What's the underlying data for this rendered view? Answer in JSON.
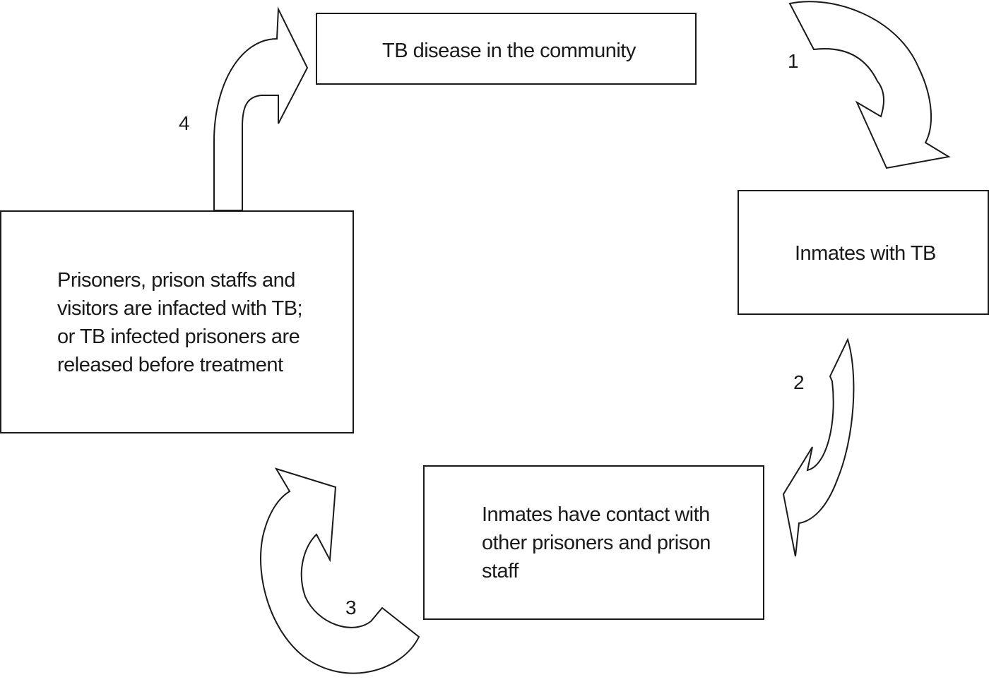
{
  "diagram": {
    "type": "cycle-flow",
    "boxes": {
      "community": {
        "text": "TB disease in the community"
      },
      "inmates_tb": {
        "text": "Inmates with TB"
      },
      "contact": {
        "text": "Inmates have contact with\nother prisoners and prison\nstaff"
      },
      "infected": {
        "text": "Prisoners, prison staffs and\nvisitors are infacted with TB;\nor TB infected prisoners are\nreleased before treatment"
      }
    },
    "steps": [
      {
        "label": "1",
        "from": "TB disease in the community",
        "to": "Inmates with TB"
      },
      {
        "label": "2",
        "from": "Inmates with TB",
        "to": "Inmates have contact with other prisoners and prison staff"
      },
      {
        "label": "3",
        "from": "Inmates have contact with other prisoners and prison staff",
        "to": "Prisoners, prison staffs and visitors are infacted with TB; or TB infected prisoners are released before treatment"
      },
      {
        "label": "4",
        "from": "Prisoners, prison staffs and visitors are infacted with TB; or TB infected prisoners are released before treatment",
        "to": "TB disease in the community"
      }
    ]
  }
}
